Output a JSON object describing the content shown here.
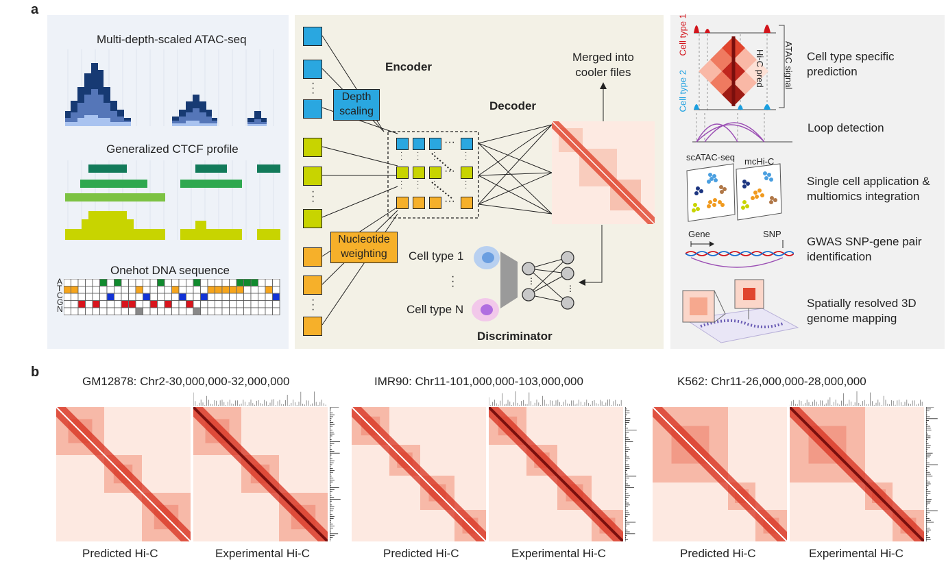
{
  "panel_labels": {
    "a": "a",
    "b": "b"
  },
  "left_panel": {
    "atac_title": "Multi-depth-scaled ATAC-seq",
    "ctcf_title": "Generalized CTCF profile",
    "onehot_title": "Onehot DNA sequence",
    "bases": [
      "A",
      "T",
      "C",
      "G",
      "N"
    ]
  },
  "middle_panel": {
    "encoder": "Encoder",
    "decoder": "Decoder",
    "depth_scaling": "Depth scaling",
    "nucleotide_weighting": "Nucleotide weighting",
    "merged_line1": "Merged into",
    "merged_line2": "cooler files",
    "cell_type_1": "Cell type 1",
    "cell_type_n": "Cell type N",
    "discriminator": "Discriminator"
  },
  "right_panel": {
    "cell_type_1": "Cell type 1",
    "cell_type_2": "Cell type 2",
    "hic_pred": "Hi-C pred",
    "atac_signal": "ATAC signal",
    "sc_atac": "scATAC-seq",
    "mc_hic": "mcHi-C",
    "gene": "Gene",
    "snp": "SNP",
    "applications": [
      {
        "line1": "Cell type specific",
        "line2": "prediction"
      },
      {
        "line1": "Loop detection",
        "line2": ""
      },
      {
        "line1": "Single cell application &",
        "line2": "multiomics integration"
      },
      {
        "line1": "GWAS SNP-gene pair",
        "line2": "identification"
      },
      {
        "line1": "Spatially resolved 3D",
        "line2": "genome mapping"
      }
    ]
  },
  "panel_b": {
    "titles": [
      "GM12878: Chr2-30,000,000-32,000,000",
      "IMR90: Chr11-101,000,000-103,000,000",
      "K562: Chr11-26,000,000-28,000,000"
    ],
    "predicted_label": "Predicted Hi-C",
    "experimental_label": "Experimental Hi-C"
  },
  "colors": {
    "left_bg": "#eef2f8",
    "middle_bg": "#f3f1e6",
    "right_bg": "#f1f1f1",
    "blue_box": "#2aa7e0",
    "yellow_box": "#c8d400",
    "orange_box": "#f6b02a",
    "hic_red": "#d7301f",
    "navy": "#173a73"
  }
}
